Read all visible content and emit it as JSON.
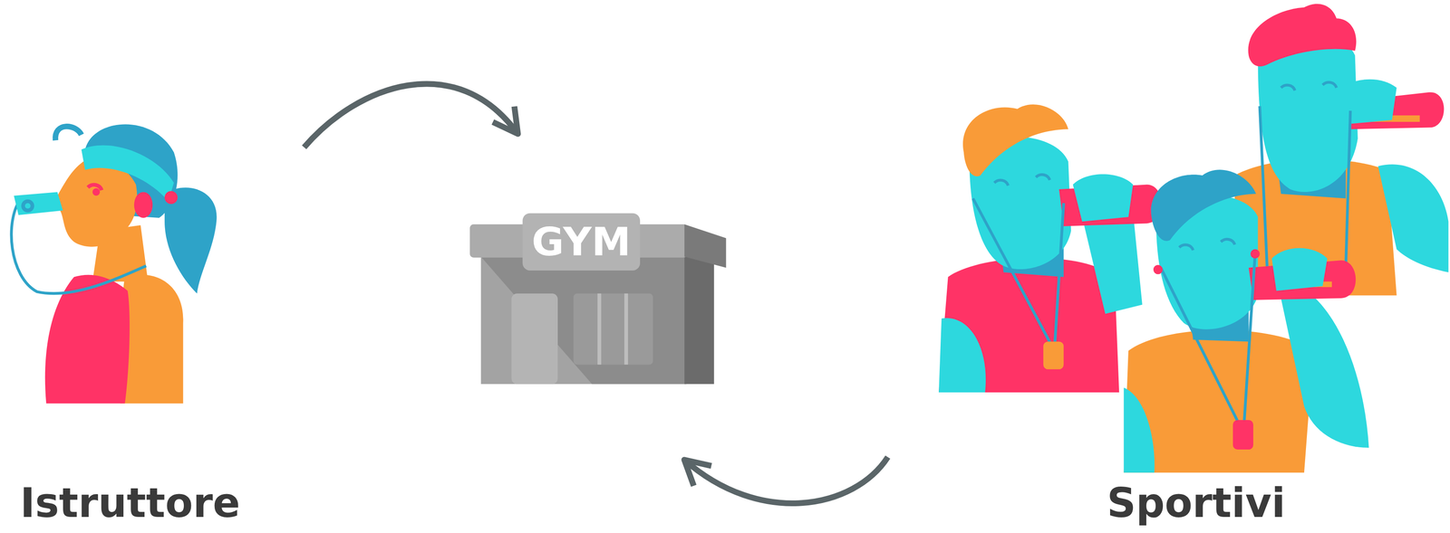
{
  "diagram": {
    "nodes": [
      {
        "text": [
          "Istruttore"
        ]
      },
      {
        "text": [
          "GYM"
        ]
      },
      {
        "text": [
          "Sportivi"
        ]
      }
    ],
    "edges": [
      {
        "from": 0,
        "to": 1,
        "arrow": "to"
      },
      {
        "from": 2,
        "to": 1,
        "arrow": "to"
      }
    ]
  }
}
